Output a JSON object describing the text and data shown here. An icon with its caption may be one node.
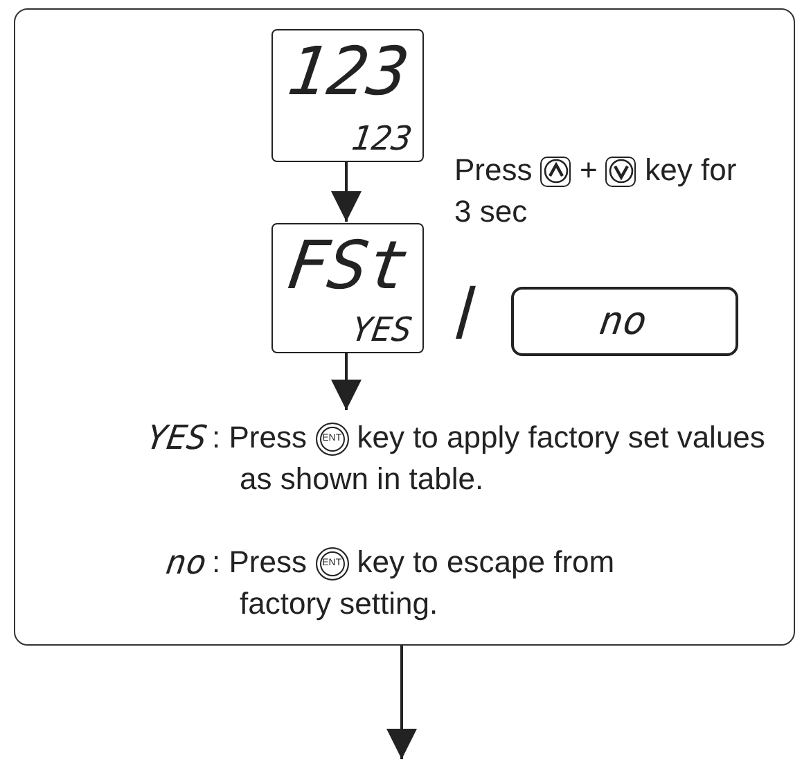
{
  "diagram": {
    "nodes": [
      {
        "text": [],
        "shape": "box"
      },
      {
        "text": [
          "123",
          "123"
        ],
        "in": 0
      },
      {
        "text": [
          "FSt",
          "YES"
        ],
        "in": 0
      },
      {
        "text": [
          "no"
        ],
        "in": 0
      },
      {
        "text": [
          "YES",
          ": Press",
          "ENT",
          "key to apply factory set values as shown in table."
        ],
        "in": 0
      }
    ],
    "edges": [
      {
        "from": 1,
        "to": 2,
        "arrow": "to",
        "label": "Press + key for 3 sec"
      },
      {
        "from": 2,
        "to": 4,
        "arrow": "to"
      },
      {
        "from": 0,
        "to": null,
        "arrow": "to"
      }
    ],
    "labels": [
      "/",
      "no",
      ": Press",
      "ENT",
      "key to escape from factory setting."
    ]
  }
}
